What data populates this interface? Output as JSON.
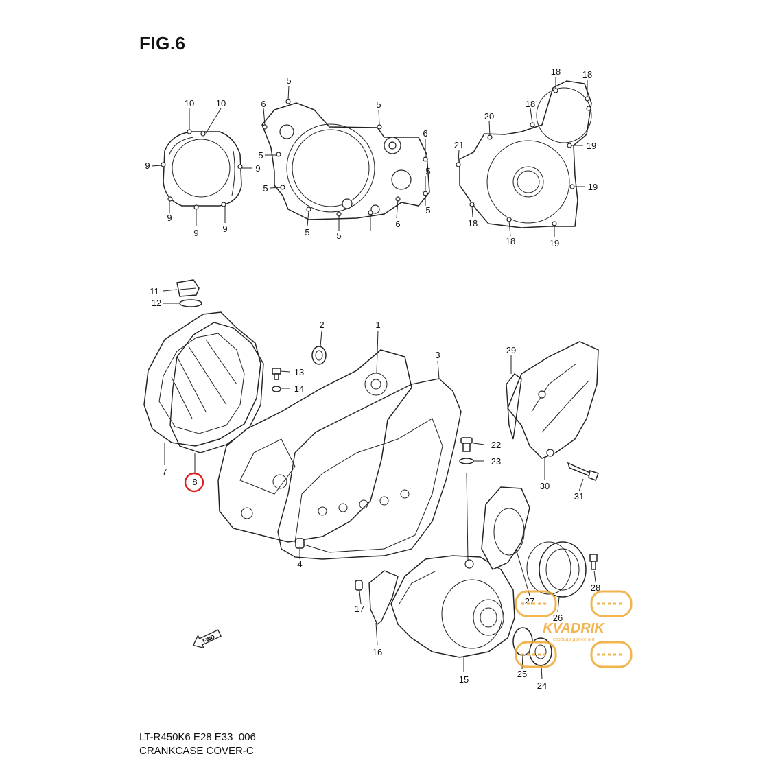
{
  "figure": {
    "title": "FIG.6",
    "model_code": "LT-R450K6 E28 E33_006",
    "section_name": "CRANKCASE COVER-C"
  },
  "watermark": {
    "brand": "KVADRIK",
    "tagline": "свобода движения",
    "color": "#f0a830"
  },
  "fwd_marker": {
    "text": "FWD"
  },
  "highlight": {
    "part": "8",
    "color": "#e02020"
  },
  "callouts": [
    {
      "id": "c10a",
      "text": "10"
    },
    {
      "id": "c10b",
      "text": "10"
    },
    {
      "id": "c9a",
      "text": "9"
    },
    {
      "id": "c9b",
      "text": "9"
    },
    {
      "id": "c9c",
      "text": "9"
    },
    {
      "id": "c9d",
      "text": "9"
    },
    {
      "id": "c9e",
      "text": "9"
    },
    {
      "id": "c5a",
      "text": "5"
    },
    {
      "id": "c6a",
      "text": "6"
    },
    {
      "id": "c5b",
      "text": "5"
    },
    {
      "id": "c5c",
      "text": "5"
    },
    {
      "id": "c6b",
      "text": "6"
    },
    {
      "id": "c5d",
      "text": "5"
    },
    {
      "id": "c6c",
      "text": "6"
    },
    {
      "id": "c5e",
      "text": "5"
    },
    {
      "id": "c5f",
      "text": "5"
    },
    {
      "id": "c5g",
      "text": "5"
    },
    {
      "id": "c5h",
      "text": "5"
    },
    {
      "id": "c18a",
      "text": "18"
    },
    {
      "id": "c18b",
      "text": "18"
    },
    {
      "id": "c18c",
      "text": "18"
    },
    {
      "id": "c20",
      "text": "20"
    },
    {
      "id": "c21",
      "text": "21"
    },
    {
      "id": "c19a",
      "text": "19"
    },
    {
      "id": "c19b",
      "text": "19"
    },
    {
      "id": "c18d",
      "text": "18"
    },
    {
      "id": "c18e",
      "text": "18"
    },
    {
      "id": "c19c",
      "text": "19"
    },
    {
      "id": "c11",
      "text": "11"
    },
    {
      "id": "c12",
      "text": "12"
    },
    {
      "id": "c2",
      "text": "2"
    },
    {
      "id": "c1",
      "text": "1"
    },
    {
      "id": "c3",
      "text": "3"
    },
    {
      "id": "c13",
      "text": "13"
    },
    {
      "id": "c14",
      "text": "14"
    },
    {
      "id": "c7",
      "text": "7"
    },
    {
      "id": "c8",
      "text": "8"
    },
    {
      "id": "c4",
      "text": "4"
    },
    {
      "id": "c29",
      "text": "29"
    },
    {
      "id": "c22",
      "text": "22"
    },
    {
      "id": "c23",
      "text": "23"
    },
    {
      "id": "c30",
      "text": "30"
    },
    {
      "id": "c31",
      "text": "31"
    },
    {
      "id": "c27",
      "text": "27"
    },
    {
      "id": "c28",
      "text": "28"
    },
    {
      "id": "c26",
      "text": "26"
    },
    {
      "id": "c17",
      "text": "17"
    },
    {
      "id": "c16",
      "text": "16"
    },
    {
      "id": "c15",
      "text": "15"
    },
    {
      "id": "c25",
      "text": "25"
    },
    {
      "id": "c24",
      "text": "24"
    }
  ]
}
